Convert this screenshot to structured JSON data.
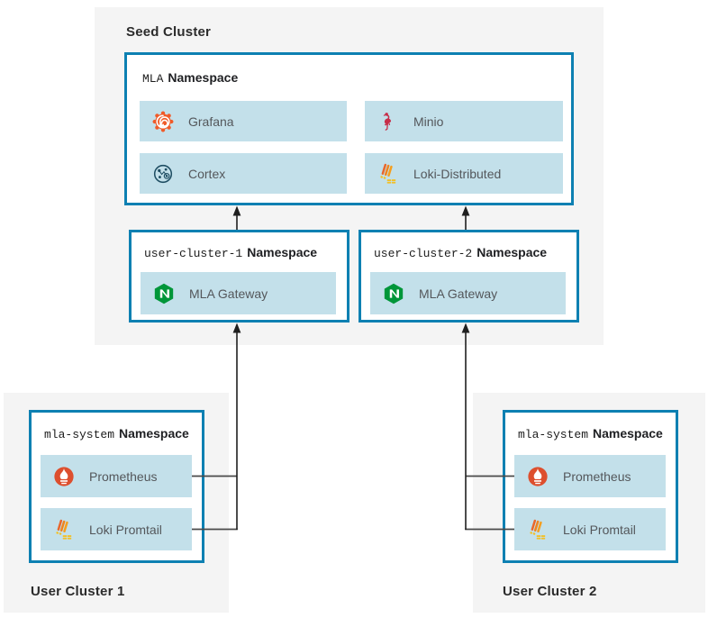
{
  "seed_cluster": {
    "title": "Seed Cluster",
    "mla_namespace": {
      "name": "MLA",
      "suffix": "Namespace",
      "items": [
        {
          "label": "Grafana",
          "icon": "grafana-icon"
        },
        {
          "label": "Minio",
          "icon": "minio-icon"
        },
        {
          "label": "Cortex",
          "icon": "cortex-icon"
        },
        {
          "label": "Loki-Distributed",
          "icon": "loki-icon"
        }
      ]
    },
    "user_namespaces": [
      {
        "name": "user-cluster-1",
        "suffix": "Namespace",
        "item": {
          "label": "MLA Gateway",
          "icon": "nginx-icon"
        }
      },
      {
        "name": "user-cluster-2",
        "suffix": "Namespace",
        "item": {
          "label": "MLA Gateway",
          "icon": "nginx-icon"
        }
      }
    ]
  },
  "user_clusters": [
    {
      "title": "User Cluster 1",
      "namespace": {
        "name": "mla-system",
        "suffix": "Namespace",
        "items": [
          {
            "label": "Prometheus",
            "icon": "prometheus-icon"
          },
          {
            "label": "Loki Promtail",
            "icon": "loki-icon"
          }
        ]
      }
    },
    {
      "title": "User Cluster 2",
      "namespace": {
        "name": "mla-system",
        "suffix": "Namespace",
        "items": [
          {
            "label": "Prometheus",
            "icon": "prometheus-icon"
          },
          {
            "label": "Loki Promtail",
            "icon": "loki-icon"
          }
        ]
      }
    }
  ],
  "colors": {
    "cluster_bg": "#f4f4f4",
    "box_border": "#0d80b2",
    "item_bg": "#c3e0ea",
    "arrow": "#1f1f1f",
    "connector": "#4a4a4a",
    "grafana_orange": "#f05a28",
    "minio_pink": "#c72e49",
    "cortex_teal": "#1f4e63",
    "loki_yellow": "#f2c029",
    "nginx_green": "#009639",
    "prometheus_red": "#dd4f2e"
  }
}
